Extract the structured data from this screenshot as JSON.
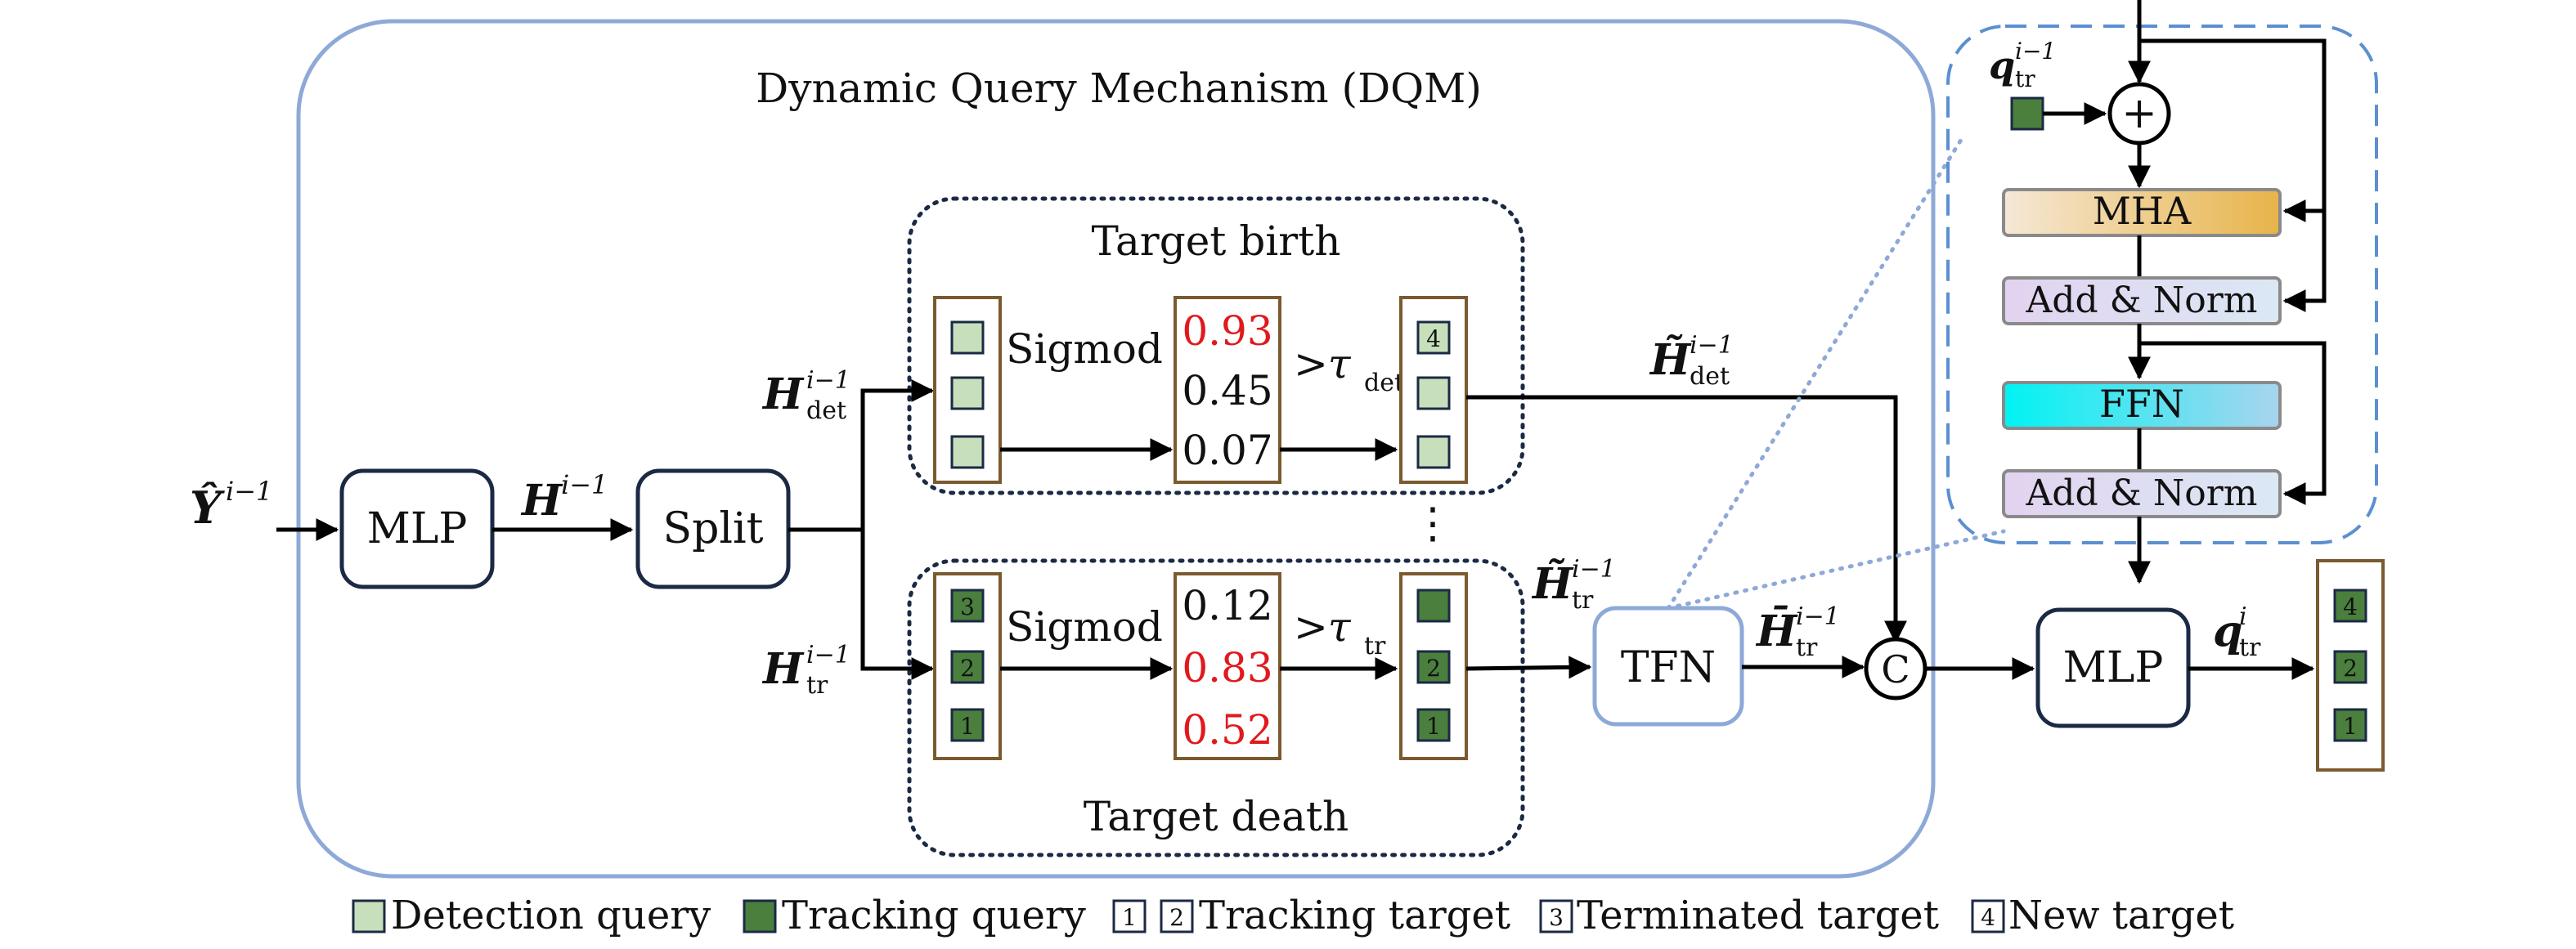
{
  "dqm": {
    "title": "Dynamic Query Mechanism (DQM)"
  },
  "birth": {
    "title": "Target birth",
    "sigmoid": "Sigmod",
    "scores": [
      "0.93",
      "0.45",
      "0.07"
    ],
    "highlight": [
      true,
      false,
      false
    ],
    "threshold_sym": ">τ",
    "threshold_sub": "det",
    "output_badges": [
      "4",
      "",
      ""
    ]
  },
  "death": {
    "title": "Target death",
    "sigmoid": "Sigmod",
    "scores": [
      "0.12",
      "0.83",
      "0.52"
    ],
    "highlight": [
      false,
      true,
      true
    ],
    "threshold_sym": ">τ",
    "threshold_sub": "tr",
    "input_badges": [
      "3",
      "2",
      "1"
    ],
    "output_badges": [
      "",
      "2",
      "1"
    ]
  },
  "ellipsis": "⋮",
  "nodes": {
    "mlp_in": "MLP",
    "split": "Split",
    "tfn": "TFN",
    "concat": "C",
    "mlp_out": "MLP"
  },
  "math": {
    "y_hat": "Ŷ",
    "H": "H",
    "H_tilde": "H̃",
    "H_bar": "H̄",
    "q": "q",
    "sup_prev": "i−1",
    "sup_cur": "i",
    "sub_det": "det",
    "sub_tr": "tr"
  },
  "tfn_block": {
    "mha": "MHA",
    "addnorm": "Add & Norm",
    "ffn": "FFN",
    "plus": "+"
  },
  "output_badges": [
    "4",
    "2",
    "1"
  ],
  "legend": [
    {
      "kind": "detection-swatch",
      "label": "Detection query"
    },
    {
      "kind": "tracking-swatch",
      "label": "Tracking query"
    },
    {
      "kind": "tracking-target",
      "badges": [
        "1",
        "2"
      ],
      "label": "Tracking target"
    },
    {
      "kind": "terminated",
      "badges": [
        "3"
      ],
      "label": "Terminated target"
    },
    {
      "kind": "new",
      "badges": [
        "4"
      ],
      "label": "New target"
    }
  ],
  "colors": {
    "dqm_border": "#8ea9d8",
    "dashed_border": "#5b8fd1",
    "detection_fill": "#c7e0bb",
    "tracking_fill": "#4a7f3d",
    "column_border": "#7a5a2e",
    "score_red": "#e0191d",
    "mha_grad": [
      "#f5e8d6",
      "#e8b44a"
    ],
    "ffn_grad": [
      "#00f3f3",
      "#a9d4ee"
    ],
    "addnorm_grad": [
      "#e2d3f0",
      "#dbe8f4"
    ]
  }
}
